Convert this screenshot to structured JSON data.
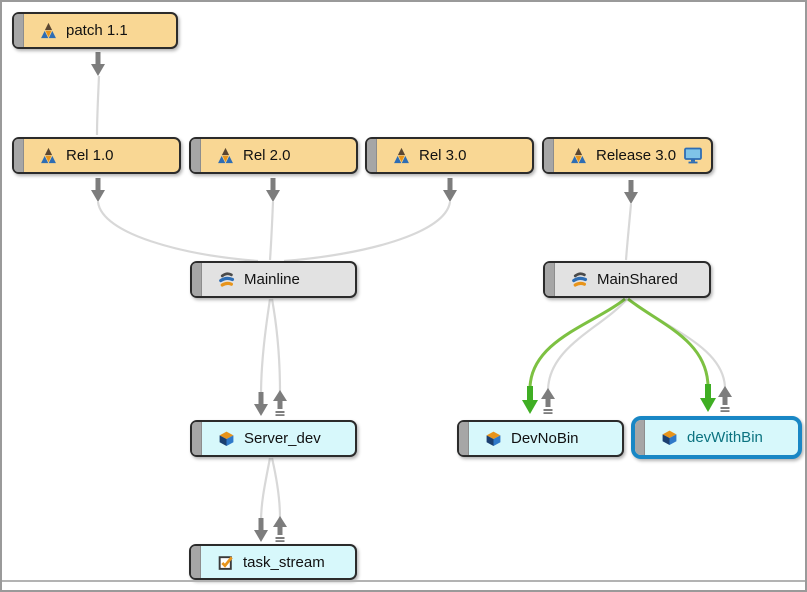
{
  "diagram": {
    "type": "stream-graph",
    "nodes": {
      "patch11": {
        "label": "patch 1.1",
        "kind": "release",
        "fill": "#F9D794"
      },
      "rel10": {
        "label": "Rel 1.0",
        "kind": "release",
        "fill": "#F9D794"
      },
      "rel20": {
        "label": "Rel 2.0",
        "kind": "release",
        "fill": "#F9D794"
      },
      "rel30": {
        "label": "Rel 3.0",
        "kind": "release",
        "fill": "#F9D794"
      },
      "release30": {
        "label": "Release 3.0",
        "kind": "release",
        "fill": "#F9D794",
        "has_workspace_monitor": true
      },
      "mainline": {
        "label": "Mainline",
        "kind": "mainline",
        "fill": "#E2E2E2"
      },
      "mainshared": {
        "label": "MainShared",
        "kind": "mainline",
        "fill": "#E2E2E2"
      },
      "serverdev": {
        "label": "Server_dev",
        "kind": "development",
        "fill": "#D7F8FB"
      },
      "devnobin": {
        "label": "DevNoBin",
        "kind": "development",
        "fill": "#D7F8FB"
      },
      "devwithbin": {
        "label": "devWithBin",
        "kind": "development",
        "fill": "#D7F8FB",
        "selected": true
      },
      "taskstream": {
        "label": "task_stream",
        "kind": "task",
        "fill": "#D7F8FB"
      }
    },
    "edges": [
      {
        "from": "patch11",
        "to": "rel10",
        "arrows": [
          "merge-down"
        ]
      },
      {
        "from": "rel10",
        "to": "mainline",
        "arrows": [
          "merge-down"
        ]
      },
      {
        "from": "rel20",
        "to": "mainline",
        "arrows": [
          "merge-down"
        ]
      },
      {
        "from": "rel30",
        "to": "mainline",
        "arrows": [
          "merge-down"
        ]
      },
      {
        "from": "release30",
        "to": "mainshared",
        "arrows": [
          "merge-down"
        ]
      },
      {
        "from": "mainline",
        "to": "serverdev",
        "arrows": [
          "merge-down",
          "copy-up"
        ]
      },
      {
        "from": "serverdev",
        "to": "taskstream",
        "arrows": [
          "merge-down",
          "copy-up"
        ]
      },
      {
        "from": "mainshared",
        "to": "devnobin",
        "arrows": [
          "merge-down-green",
          "copy-up"
        ]
      },
      {
        "from": "mainshared",
        "to": "devwithbin",
        "arrows": [
          "merge-down-green",
          "copy-up"
        ]
      }
    ],
    "colors": {
      "arrow_gray": "#7D7D7D",
      "flow_line_gray": "#D8D8D8",
      "flow_line_green": "#7DC142",
      "arrow_green": "#3FAE23",
      "selection_border": "#1987C5",
      "selected_text": "#0B7380",
      "node_border": "#2B2B2B",
      "node_grip": "#A6A6A6",
      "canvas_border": "#9A9A9A"
    },
    "icons": {
      "release": "release-stream-icon",
      "mainline": "mainline-stream-icon",
      "development": "dev-stream-icon",
      "task": "task-stream-icon",
      "monitor": "workspace-monitor-icon"
    }
  }
}
